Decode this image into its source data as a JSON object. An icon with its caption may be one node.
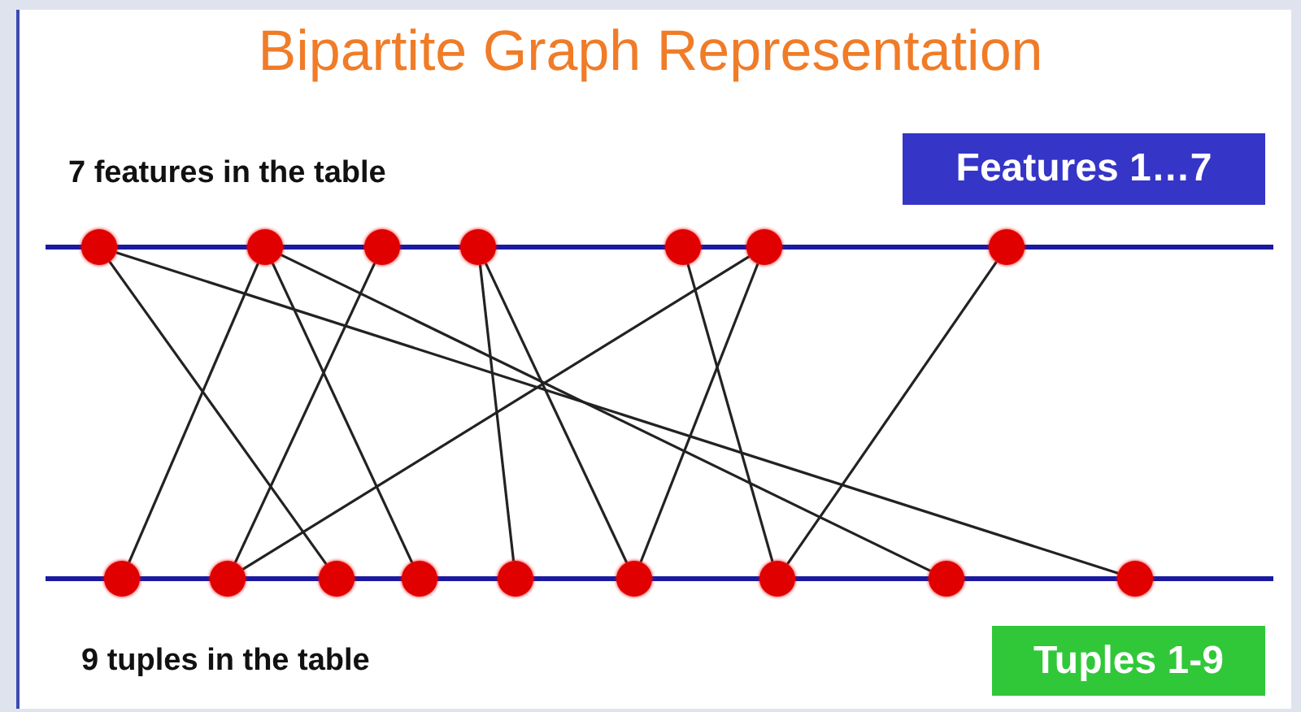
{
  "diagram": {
    "title": "Bipartite Graph Representation",
    "nodes": [
      {
        "text": [
          "Features 1…7"
        ]
      },
      {
        "text": [],
        "shape": "circle"
      },
      {
        "text": [],
        "shape": "circle"
      },
      {
        "text": [],
        "shape": "circle"
      },
      {
        "text": [],
        "shape": "circle"
      },
      {
        "text": [],
        "shape": "circle"
      },
      {
        "text": [],
        "shape": "circle"
      },
      {
        "text": [],
        "shape": "circle"
      },
      {
        "text": [],
        "shape": "circle"
      },
      {
        "text": [],
        "shape": "circle"
      },
      {
        "text": [],
        "shape": "circle"
      },
      {
        "text": [],
        "shape": "circle"
      },
      {
        "text": [],
        "shape": "circle"
      },
      {
        "text": [],
        "shape": "circle"
      },
      {
        "text": [],
        "shape": "circle"
      },
      {
        "text": [],
        "shape": "circle"
      },
      {
        "text": [],
        "shape": "circle"
      },
      {
        "text": [
          "Tuples 1-9"
        ]
      }
    ],
    "edges": [
      {
        "from": 1,
        "to": 10,
        "arrow": "none"
      },
      {
        "from": 1,
        "to": 16,
        "arrow": "none"
      },
      {
        "from": 2,
        "to": 8,
        "arrow": "none"
      },
      {
        "from": 2,
        "to": 11,
        "arrow": "none"
      },
      {
        "from": 2,
        "to": 15,
        "arrow": "none"
      },
      {
        "from": 3,
        "to": 9,
        "arrow": "none"
      },
      {
        "from": 4,
        "to": 12,
        "arrow": "none"
      },
      {
        "from": 4,
        "to": 13,
        "arrow": "none"
      },
      {
        "from": 5,
        "to": 14,
        "arrow": "none"
      },
      {
        "from": 6,
        "to": 9,
        "arrow": "none"
      },
      {
        "from": 6,
        "to": 13,
        "arrow": "none"
      },
      {
        "from": 7,
        "to": 14,
        "arrow": "none"
      }
    ],
    "labels": [
      "7 features in the table",
      "9 tuples in the table"
    ]
  }
}
